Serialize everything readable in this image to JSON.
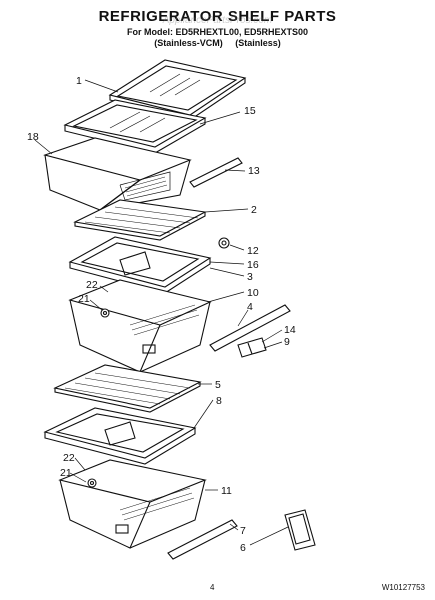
{
  "header": {
    "title": "REFRIGERATOR SHELF PARTS",
    "subtitle_models": "For Model: ED5RHEXTL00, ED5RHEXTS00",
    "subtitle_finish": "(Stainless-VCM)     (Stainless)",
    "watermark": "AppliancePartsPros.com"
  },
  "callouts": [
    "1",
    "15",
    "18",
    "13",
    "2",
    "12",
    "16",
    "3",
    "22",
    "21",
    "10",
    "4",
    "14",
    "9",
    "5",
    "8",
    "22",
    "21",
    "11",
    "7",
    "6"
  ],
  "footer": {
    "page_number": "4",
    "document_number": "W10127753"
  }
}
